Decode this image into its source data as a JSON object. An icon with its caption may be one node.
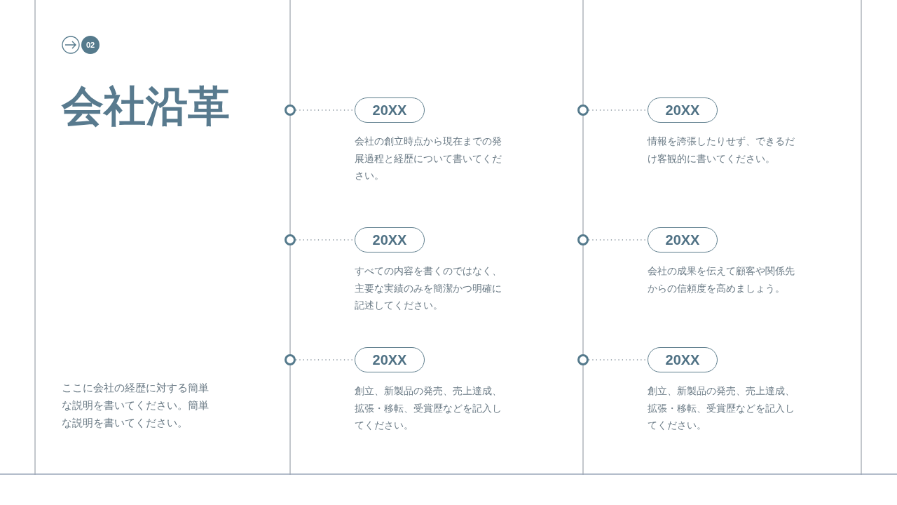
{
  "diagram": {
    "title": "会社沿革",
    "nodes": [
      {
        "text": [],
        "shape": "circle"
      },
      {
        "text": [
          "20XX"
        ],
        "beside": [
          "会社の創立時点から現在までの発展過程と経歴について書いてください。"
        ]
      },
      {
        "text": [],
        "shape": "circle"
      },
      {
        "text": [
          "20XX"
        ],
        "beside": [
          "すべての内容を書くのではなく、主要な実績のみを簡潔かつ明確に記述してください。"
        ]
      },
      {
        "text": [],
        "shape": "circle"
      },
      {
        "text": [
          "20XX"
        ],
        "beside": [
          "創立、新製品の発売、売上達成、拡張・移転、受賞歴などを記入してください。"
        ]
      },
      {
        "text": [],
        "shape": "circle"
      },
      {
        "text": [
          "20XX"
        ],
        "beside": [
          "情報を誇張したりせず、できるだけ客観的に書いてください。"
        ]
      },
      {
        "text": [],
        "shape": "circle"
      },
      {
        "text": [
          "20XX"
        ],
        "beside": [
          "会社の成果を伝えて顧客や関係先からの信頼度を高めましょう。"
        ]
      },
      {
        "text": [],
        "shape": "circle"
      },
      {
        "text": [
          "20XX"
        ],
        "beside": [
          "創立、新製品の発売、売上達成、拡張・移転、受賞歴などを記入してください。"
        ]
      }
    ],
    "edges": [
      {
        "from": 0,
        "to": 1,
        "arrow": "none",
        "style": "dashed"
      },
      {
        "from": 2,
        "to": 3,
        "arrow": "none",
        "style": "dashed"
      },
      {
        "from": 4,
        "to": 5,
        "arrow": "none",
        "style": "dashed"
      },
      {
        "from": 6,
        "to": 7,
        "arrow": "none",
        "style": "dashed"
      },
      {
        "from": 8,
        "to": 9,
        "arrow": "none",
        "style": "dashed"
      },
      {
        "from": 10,
        "to": 11,
        "arrow": "none",
        "style": "dashed"
      }
    ],
    "labels": [
      "02",
      "ここに会社の経歴に対する簡単な説明を書いてください。簡単な説明を書いてください。"
    ]
  }
}
